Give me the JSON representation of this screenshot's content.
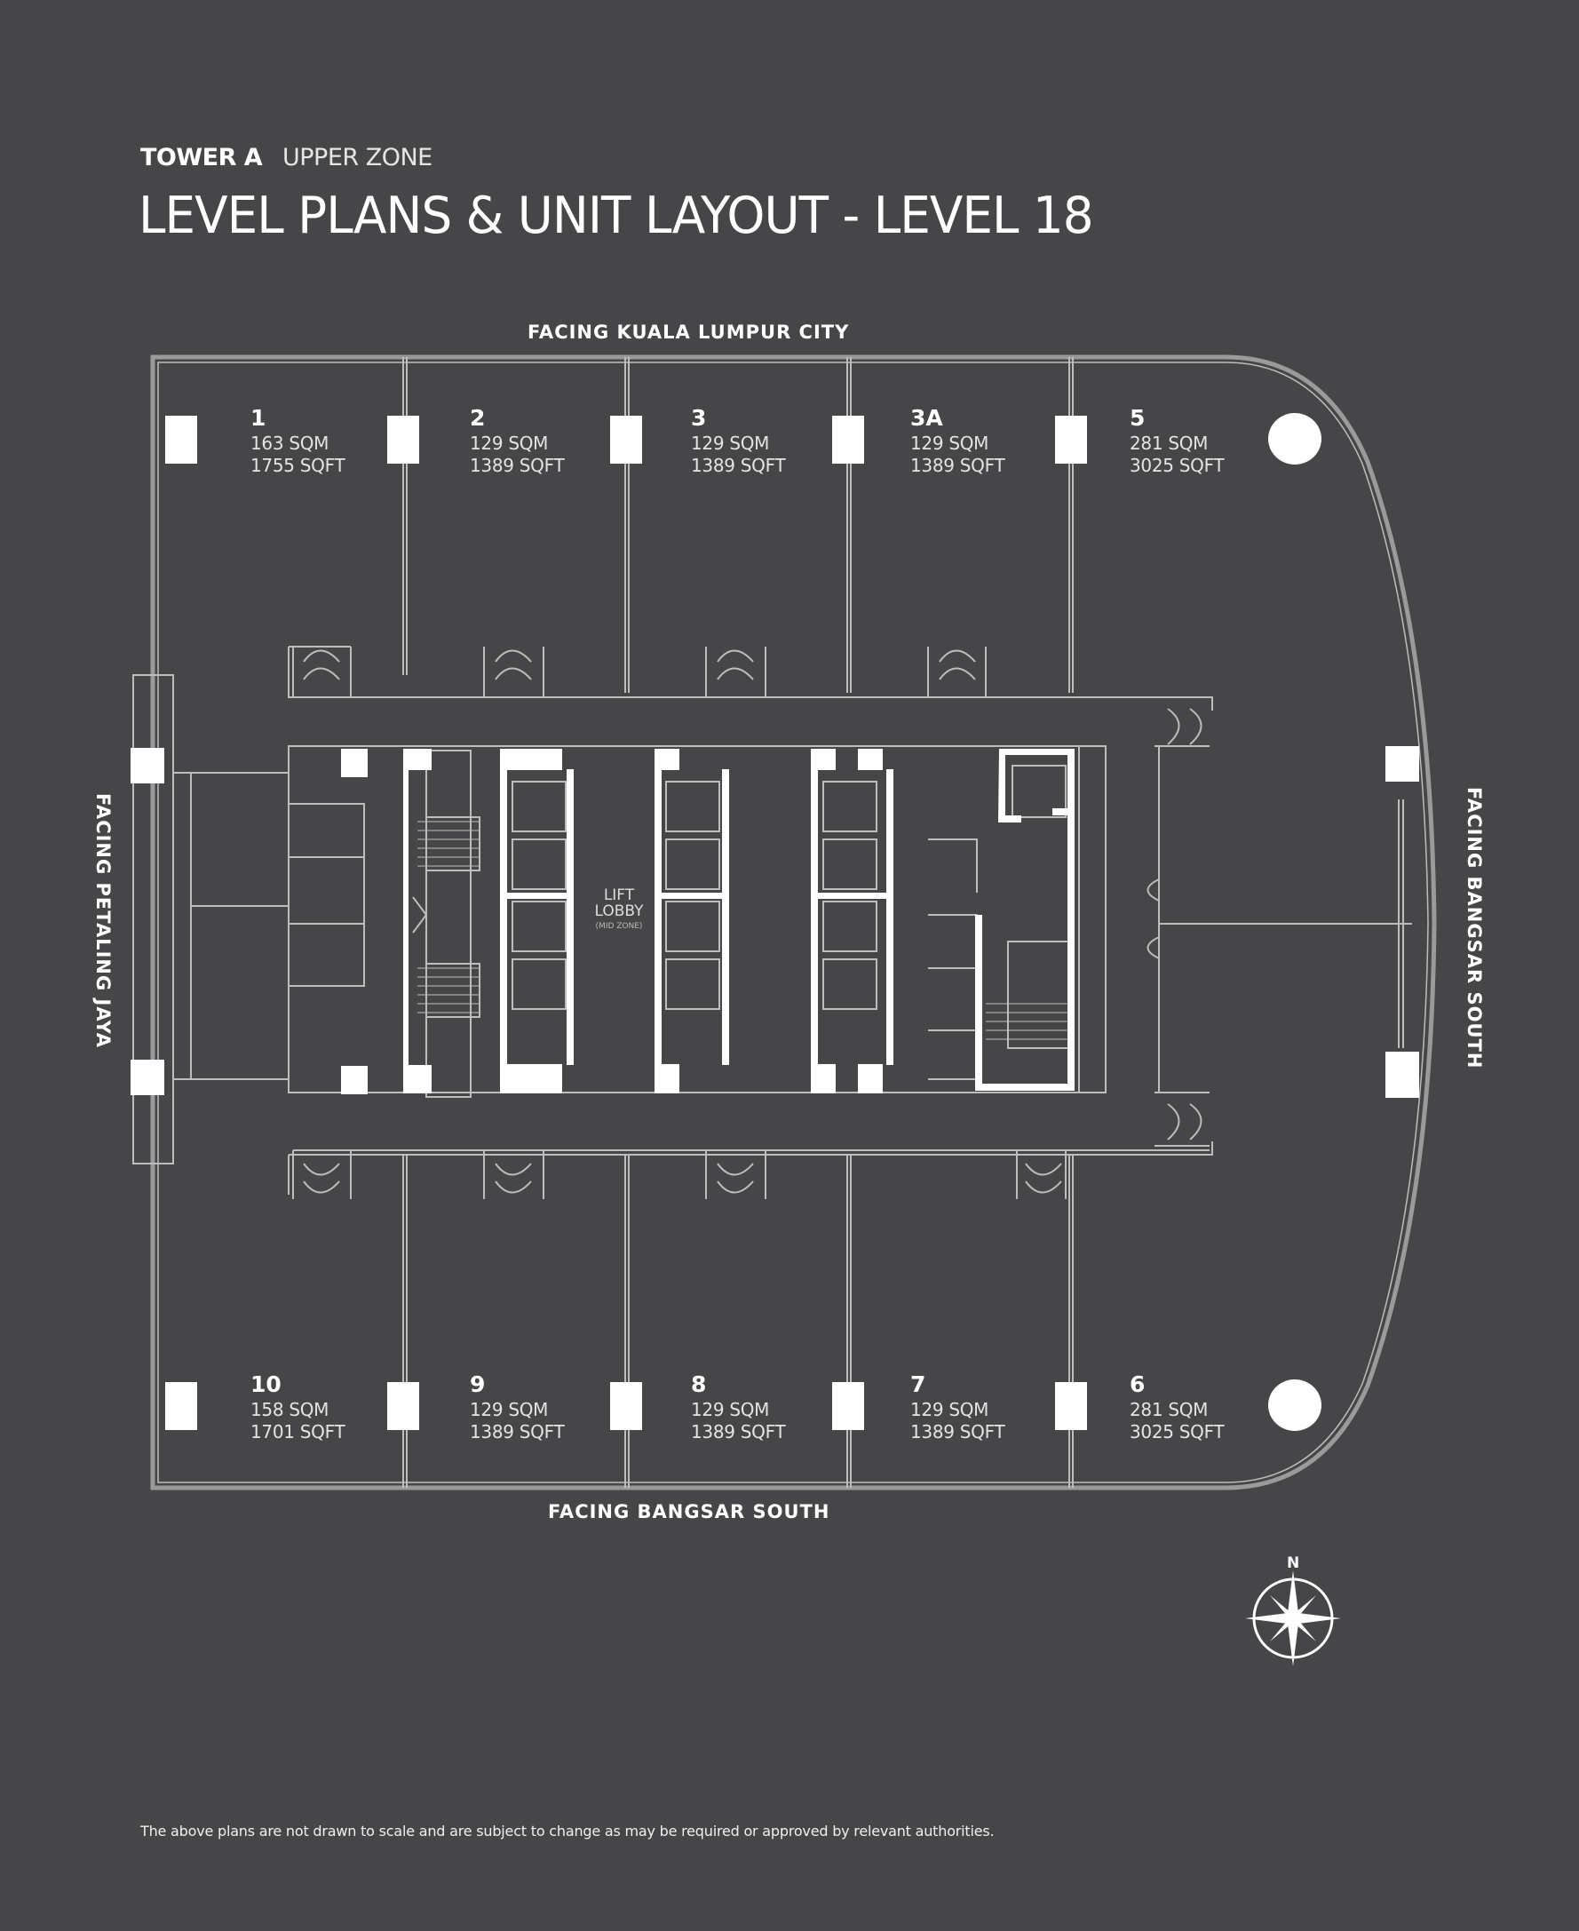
{
  "header": {
    "tower": "TOWER A",
    "zone": "UPPER ZONE",
    "title": "LEVEL PLANS & UNIT LAYOUT - LEVEL 18"
  },
  "orientation": {
    "top": "FACING KUALA LUMPUR CITY",
    "bottom": "FACING BANGSAR SOUTH",
    "left": "FACING PETALING JAYA",
    "right": "FACING BANGSAR SOUTH",
    "compass_label": "N"
  },
  "units_top": [
    {
      "number": "1",
      "sqm": "163 SQM",
      "sqft": "1755 SQFT"
    },
    {
      "number": "2",
      "sqm": "129 SQM",
      "sqft": "1389 SQFT"
    },
    {
      "number": "3",
      "sqm": "129 SQM",
      "sqft": "1389 SQFT"
    },
    {
      "number": "3A",
      "sqm": "129 SQM",
      "sqft": "1389 SQFT"
    },
    {
      "number": "5",
      "sqm": "281 SQM",
      "sqft": "3025 SQFT"
    }
  ],
  "units_bottom": [
    {
      "number": "10",
      "sqm": "158 SQM",
      "sqft": "1701 SQFT"
    },
    {
      "number": "9",
      "sqm": "129 SQM",
      "sqft": "1389 SQFT"
    },
    {
      "number": "8",
      "sqm": "129 SQM",
      "sqft": "1389 SQFT"
    },
    {
      "number": "7",
      "sqm": "129 SQM",
      "sqft": "1389 SQFT"
    },
    {
      "number": "6",
      "sqm": "281 SQM",
      "sqft": "3025 SQFT"
    }
  ],
  "core": {
    "lobby_label": "LIFT LOBBY",
    "lobby_zone": "(MID ZONE)"
  },
  "footnote": "The above plans are not drawn to scale and are subject to change as may be required or approved by relevant authorities.",
  "colors": {
    "background": "#464648",
    "linework": "#bdbdbd",
    "structure": "#ffffff"
  }
}
